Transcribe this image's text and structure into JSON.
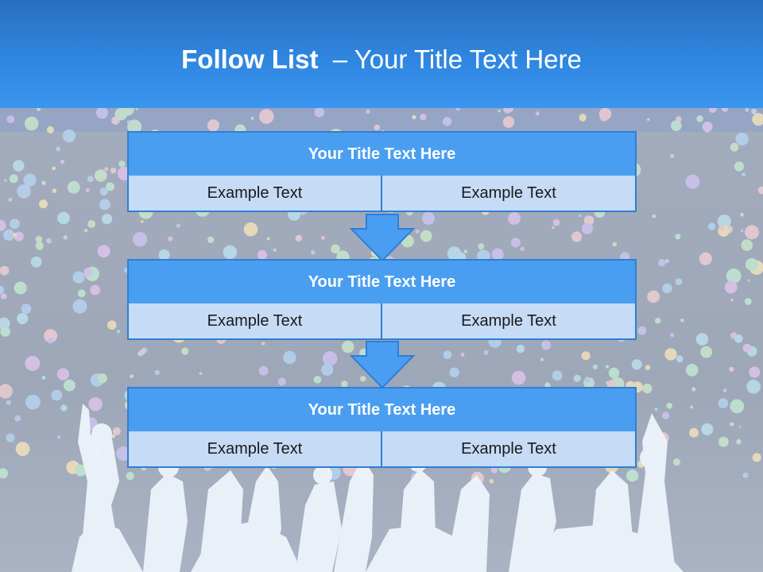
{
  "slide": {
    "title_bold": "Follow List",
    "title_rest": "  – Your Title Text Here",
    "blocks": [
      {
        "title": "Your Title Text Here",
        "left": "Example Text",
        "right": "Example Text"
      },
      {
        "title": "Your Title Text Here",
        "left": "Example Text",
        "right": "Example Text"
      },
      {
        "title": "Your Title Text Here",
        "left": "Example Text",
        "right": "Example Text"
      }
    ]
  },
  "colors": {
    "header": "#2f86e0",
    "block_header": "#4a9ef2",
    "cell": "#c6dbf6",
    "border": "#2e7fd6"
  },
  "icons": [
    "down-arrow-icon",
    "down-arrow-icon"
  ]
}
